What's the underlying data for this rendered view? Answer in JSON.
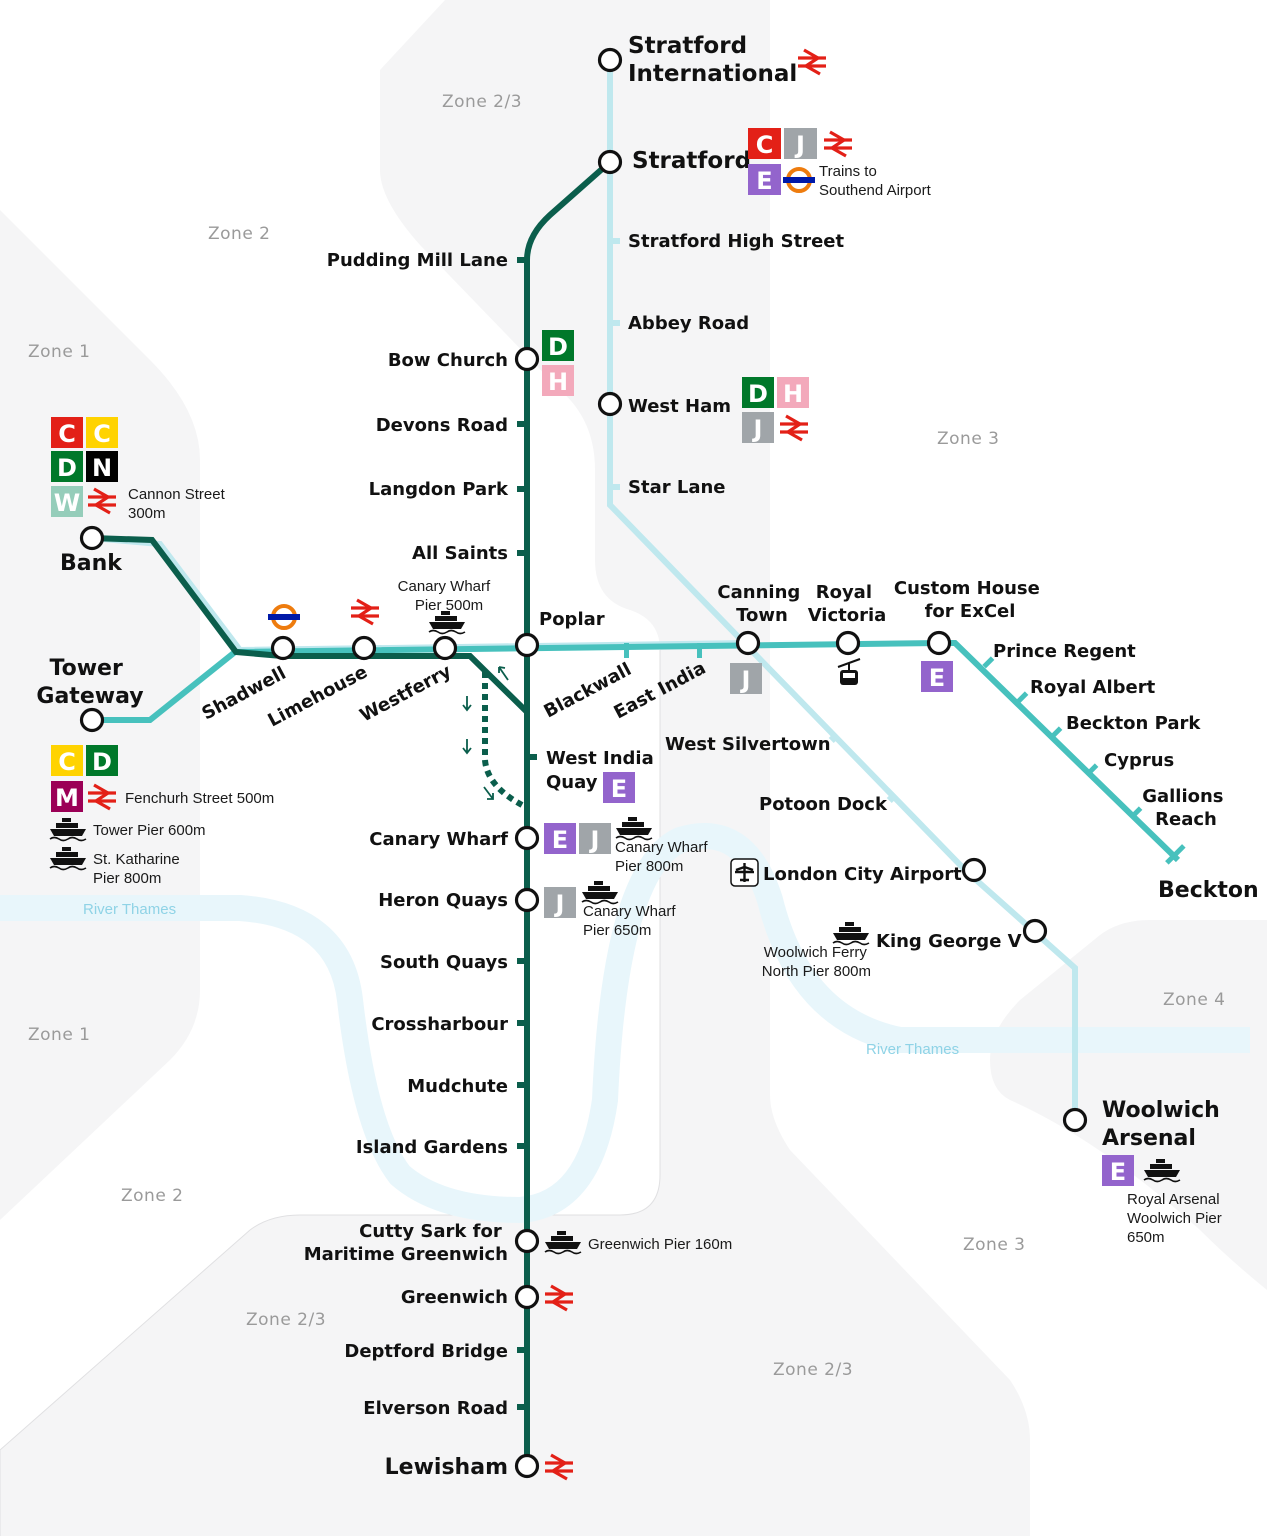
{
  "colors": {
    "dlr_main": "#0b5e4c",
    "dlr_teal": "#47c1bd",
    "dlr_light": "#bfe8ee",
    "river": "#e8f6fb",
    "zone_bg": "#f5f5f6",
    "rail_red": "#e32017",
    "badge_C": "#e32017",
    "badge_D": "#00782a",
    "badge_N": "#000000",
    "badge_W": "#95cdba",
    "badge_J": "#a0a5a9",
    "badge_E": "#9364cc",
    "badge_H": "#f3a9bb",
    "badge_M": "#9b0056",
    "badge_yellow": "#ffd300",
    "underground_blue": "#0019a8",
    "overground_orange": "#ee7c0e"
  },
  "zones": {
    "z23_top": "Zone 2/3",
    "z2_top": "Zone 2",
    "z1_top": "Zone 1",
    "z3_right": "Zone 3",
    "z4": "Zone 4",
    "z1_bottom": "Zone 1",
    "z2_bottom": "Zone 2",
    "z3_bottom": "Zone 3",
    "z23_bl": "Zone 2/3",
    "z23_br": "Zone 2/3"
  },
  "river": {
    "left": "River Thames",
    "right": "River Thames"
  },
  "stations": {
    "stratford_international": [
      "Stratford",
      "International"
    ],
    "stratford": "Stratford",
    "stratford_high_street": "Stratford High Street",
    "abbey_road": "Abbey Road",
    "west_ham": "West Ham",
    "star_lane": "Star Lane",
    "pudding_mill_lane": "Pudding Mill Lane",
    "bow_church": "Bow Church",
    "devons_road": "Devons Road",
    "langdon_park": "Langdon Park",
    "all_saints": "All Saints",
    "poplar": "Poplar",
    "bank": "Bank",
    "tower_gateway": [
      "Tower",
      "Gateway"
    ],
    "shadwell": "Shadwell",
    "limehouse": "Limehouse",
    "westferry": "Westferry",
    "blackwall": "Blackwall",
    "east_india": "East India",
    "canning_town": [
      "Canning",
      "Town"
    ],
    "royal_victoria": [
      "Royal",
      "Victoria"
    ],
    "custom_house": [
      "Custom House",
      "for ExCel"
    ],
    "prince_regent": "Prince Regent",
    "royal_albert": "Royal Albert",
    "beckton_park": "Beckton Park",
    "cyprus": "Cyprus",
    "gallions_reach": [
      "Gallions",
      "Reach"
    ],
    "beckton": "Beckton",
    "west_silvertown": "West Silvertown",
    "pontoon_dock": "Potoon Dock",
    "london_city_airport": "London City Airport",
    "king_george_v": "King George V",
    "woolwich_arsenal": [
      "Woolwich",
      "Arsenal"
    ],
    "west_india_quay": [
      "West India",
      "Quay"
    ],
    "canary_wharf": "Canary Wharf",
    "heron_quays": "Heron Quays",
    "south_quays": "South Quays",
    "crossharbour": "Crossharbour",
    "mudchute": "Mudchute",
    "island_gardens": "Island Gardens",
    "cutty_sark": [
      "Cutty Sark for",
      "Maritime Greenwich"
    ],
    "greenwich": "Greenwich",
    "deptford_bridge": "Deptford Bridge",
    "elverson_road": "Elverson Road",
    "lewisham": "Lewisham"
  },
  "notes": {
    "southend": [
      "Trains to",
      "Southend Airport"
    ],
    "cannon_street": [
      "Cannon Street",
      "300m"
    ],
    "canary_wharf_pier_top": [
      "Canary Wharf",
      "Pier 500m"
    ],
    "fenchurch": "Fenchurh Street 500m",
    "tower_pier": "Tower Pier 600m",
    "st_katharine": [
      "St. Katharine",
      "Pier 800m"
    ],
    "canary_wharf_pier_800": [
      "Canary Wharf",
      "Pier 800m"
    ],
    "canary_wharf_pier_650": [
      "Canary Wharf",
      "Pier 650m"
    ],
    "woolwich_ferry": [
      "Woolwich Ferry",
      "North Pier 800m"
    ],
    "royal_arsenal_pier": [
      "Royal Arsenal",
      "Woolwich Pier",
      "650m"
    ],
    "greenwich_pier": "Greenwich Pier 160m"
  },
  "badges": {
    "C": "C",
    "D": "D",
    "N": "N",
    "W": "W",
    "J": "J",
    "E": "E",
    "H": "H",
    "M": "M"
  },
  "icons": [
    "national-rail-icon",
    "underground-roundel-icon",
    "overground-roundel-icon",
    "riverboat-icon",
    "airport-icon",
    "cable-car-icon"
  ]
}
